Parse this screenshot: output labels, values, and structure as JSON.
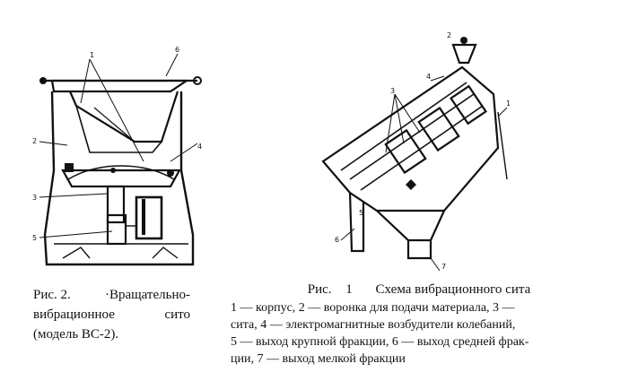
{
  "left_figure": {
    "labels": [
      "1",
      "6",
      "2",
      "4",
      "3",
      "5"
    ],
    "caption": {
      "fig_no": "Рис. 2.",
      "title_start": "·Вращательно-",
      "line2_a": "вибрационное",
      "line2_b": "сито",
      "line3": "(модель ВС-2)."
    }
  },
  "right_figure": {
    "labels": [
      "2",
      "4",
      "3",
      "1",
      "6",
      "5",
      "7"
    ],
    "caption": {
      "fig_no": "Рис.",
      "num": "1",
      "title": "Схема вибрационного сита",
      "lines": [
        "1 — корпус, 2 — воронка для подачи материала, 3 —",
        "сита, 4 — электромагнитные возбудители колебаний,",
        "5 — выход крупной фракции, 6 — выход средней фрак-",
        "ции, 7 — выход мелкой фракции"
      ]
    }
  }
}
